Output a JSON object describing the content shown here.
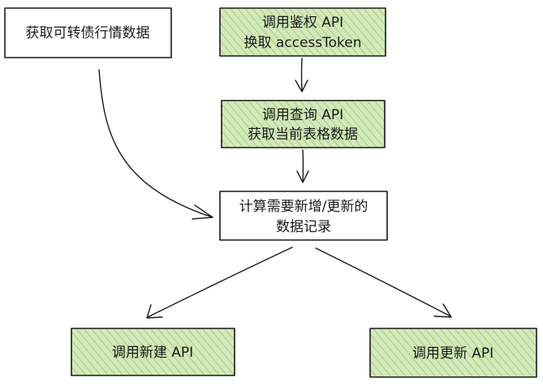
{
  "nodes": {
    "fetch_bond_quotes": {
      "lines": [
        "获取可转债行情数据"
      ],
      "highlighted": false
    },
    "call_auth_api": {
      "lines": [
        "调用鉴权 API",
        "换取 accessToken"
      ],
      "highlighted": true
    },
    "call_query_api": {
      "lines": [
        "调用查询 API",
        "获取当前表格数据"
      ],
      "highlighted": true
    },
    "compute_records": {
      "lines": [
        "计算需要新增/更新的",
        "数据记录"
      ],
      "highlighted": false
    },
    "call_create_api": {
      "lines": [
        "调用新建 API"
      ],
      "highlighted": true
    },
    "call_update_api": {
      "lines": [
        "调用更新 API"
      ],
      "highlighted": true
    }
  },
  "edges": [
    {
      "from": "call_auth_api",
      "to": "call_query_api"
    },
    {
      "from": "call_query_api",
      "to": "compute_records"
    },
    {
      "from": "fetch_bond_quotes",
      "to": "compute_records"
    },
    {
      "from": "compute_records",
      "to": "call_create_api"
    },
    {
      "from": "compute_records",
      "to": "call_update_api"
    }
  ],
  "colors": {
    "highlight_fill": "#cfe6b4",
    "hatch": "#a9cf86",
    "stroke": "#1a1a1a",
    "text": "#1a1a1a"
  }
}
